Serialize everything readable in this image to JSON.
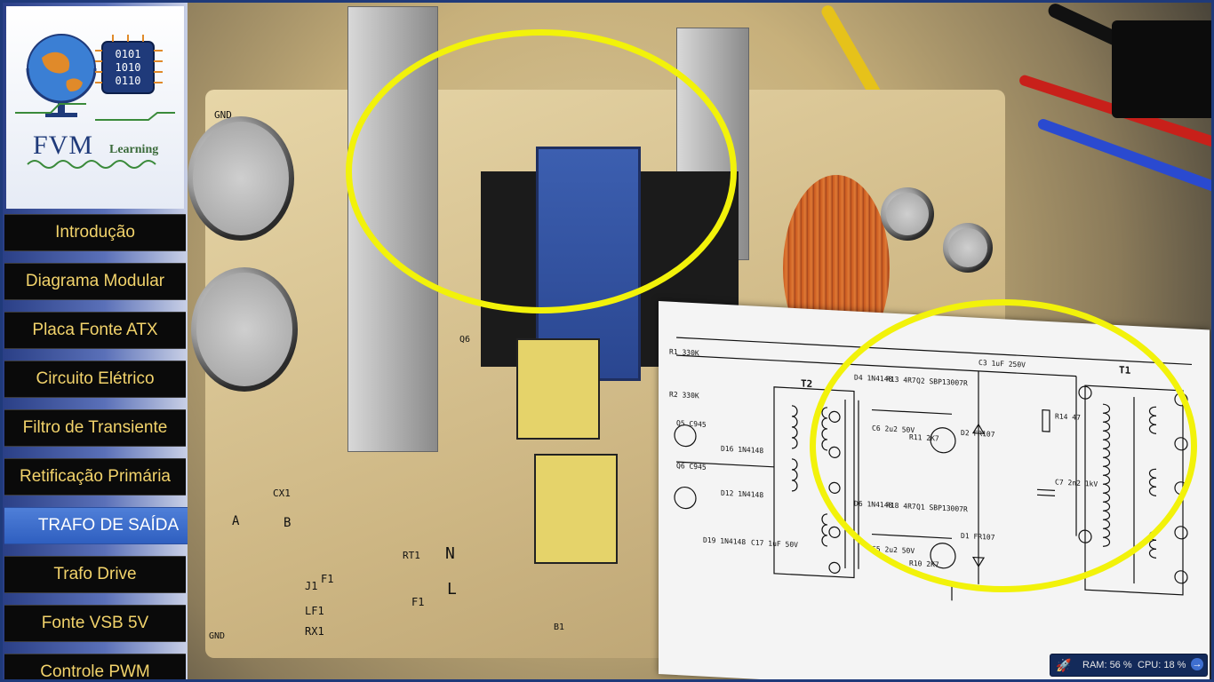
{
  "logo": {
    "title": "FVM",
    "subtitle": "Learning",
    "chip_text": "0101\n1010\n0110"
  },
  "nav": {
    "items": [
      {
        "label": "Introdução"
      },
      {
        "label": "Diagrama Modular"
      },
      {
        "label": "Placa Fonte ATX"
      },
      {
        "label": "Circuito Elétrico"
      },
      {
        "label": "Filtro de Transiente"
      },
      {
        "label": "Retificação Primária"
      },
      {
        "label": "TRAFO DE SAÍDA",
        "active": true
      },
      {
        "label": "Trafo Drive"
      },
      {
        "label": "Fonte VSB 5V"
      },
      {
        "label": "Controle PWM"
      }
    ]
  },
  "schematic": {
    "labels": [
      "R1 330K",
      "R2 330K",
      "Q5 C945",
      "Q6 C945",
      "D16 1N4148",
      "D12 1N4148",
      "D19 1N4148",
      "C17 1uF 50V",
      "T2",
      "D4 1N4148",
      "R13 4R7",
      "Q2 SBP13007R",
      "C6 2u2 50V",
      "R11 2K7",
      "D2 FR107",
      "C3 1uF 250V",
      "R14 47",
      "C7 2n2 1kV",
      "T1",
      "D6 1N4148",
      "R18 4R7",
      "Q1 SBP13007R",
      "C5 2u2 50V",
      "R10 2K7",
      "D1 FR107"
    ]
  },
  "board_labels": [
    "GND",
    "CX1",
    "A",
    "B",
    "J1",
    "F1",
    "LF1",
    "RX1",
    "RT1",
    "N",
    "L",
    "F1",
    "GND",
    "Q6",
    "B1"
  ],
  "status": {
    "ram_label": "RAM:",
    "ram_value": "56 %",
    "cpu_label": "CPU:",
    "cpu_value": "18 %"
  },
  "colors": {
    "accent": "#f2f20a",
    "nav_text": "#f2d36b",
    "active_bg": "#3c6fd0",
    "frame": "#1f3a7a"
  }
}
